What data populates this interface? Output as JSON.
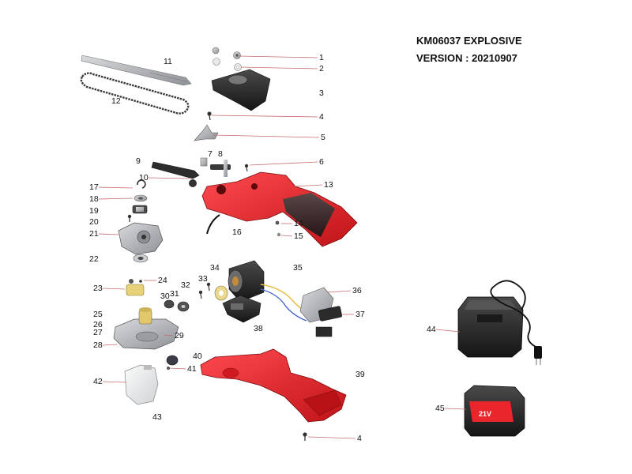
{
  "header": {
    "model": "KM06037 EXPLOSIVE",
    "version": "VERSION : 20210907"
  },
  "callouts": [
    "1",
    "2",
    "3",
    "4",
    "5",
    "6",
    "7",
    "8",
    "9",
    "10",
    "11",
    "12",
    "13",
    "14",
    "15",
    "16",
    "17",
    "18",
    "19",
    "20",
    "21",
    "22",
    "23",
    "24",
    "25",
    "26",
    "27",
    "28",
    "29",
    "30",
    "31",
    "32",
    "33",
    "34",
    "35",
    "36",
    "37",
    "38",
    "39",
    "4",
    "40",
    "41",
    "42",
    "43",
    "44",
    "45"
  ],
  "battery_label": "21V",
  "colors": {
    "accent_red": "#e8262c",
    "dark": "#2b2b2b",
    "metal": "#b9bcc0",
    "leader": "#c46b6b"
  }
}
